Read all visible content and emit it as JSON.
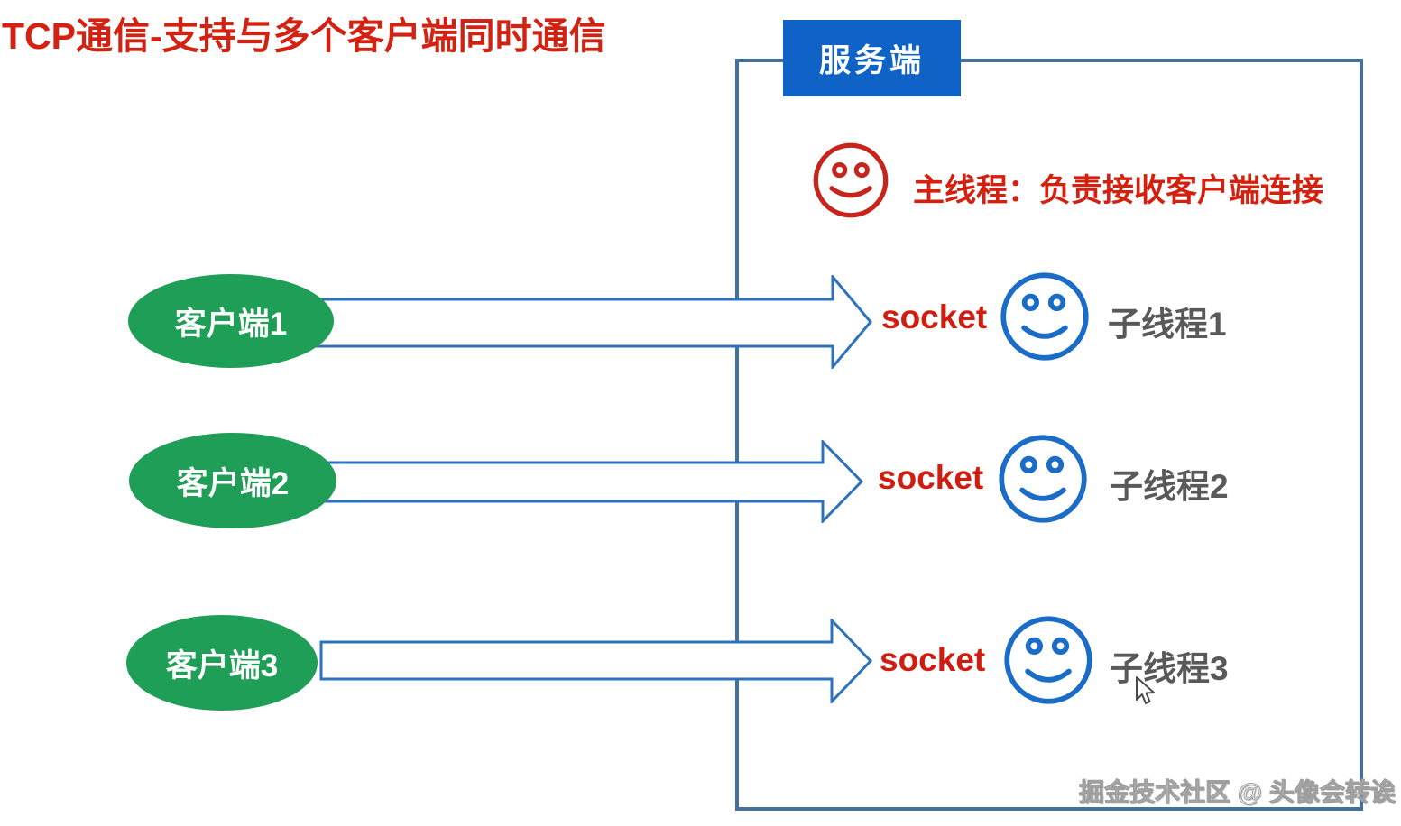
{
  "title": "TCP通信-支持与多个客户端同时通信",
  "server": {
    "header_label": "服务端",
    "main_thread_label": "主线程：负责接收客户端连接",
    "main_thread_icon": "smiley-face-icon"
  },
  "clients": [
    {
      "label": "客户端1",
      "socket_label": "socket",
      "thread_label": "子线程1",
      "thread_icon": "smiley-face-icon"
    },
    {
      "label": "客户端2",
      "socket_label": "socket",
      "thread_label": "子线程2",
      "thread_icon": "smiley-face-icon"
    },
    {
      "label": "客户端3",
      "socket_label": "socket",
      "thread_label": "子线程3",
      "thread_icon": "smiley-face-icon"
    }
  ],
  "watermark": "掘金技术社区 @ 头像会转诶",
  "cursor_icon": "mouse-pointer-icon",
  "colors": {
    "title_red": "#d32112",
    "socket_red": "#d01d12",
    "main_thread_red": "#c5251c",
    "server_header_blue": "#1063c6",
    "box_border_blue": "#44709f",
    "arrow_stroke_blue": "#2d72bd",
    "smiley_blue": "#1a6cc6",
    "client_green": "#1f9e57",
    "thread_gray": "#595959"
  }
}
